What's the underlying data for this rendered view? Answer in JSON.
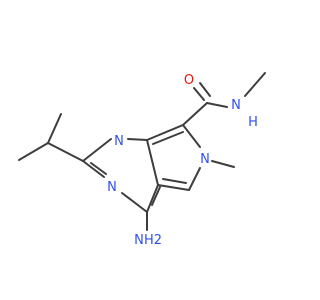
{
  "molecule": {
    "atoms": [
      {
        "id": "o1",
        "symbol": "O",
        "color": "#e8170d"
      },
      {
        "id": "n_amide",
        "symbol": "N",
        "color": "#2f50f8"
      },
      {
        "id": "h_amide",
        "symbol": "H",
        "color": "#2f50f8"
      },
      {
        "id": "n_ring1",
        "symbol": "N",
        "color": "#2f50f8"
      },
      {
        "id": "n_ring5",
        "symbol": "N",
        "color": "#2f50f8"
      },
      {
        "id": "n_ring3",
        "symbol": "N",
        "color": "#2f50f8"
      },
      {
        "id": "n_amino",
        "symbol": "N",
        "color": "#2f50f8"
      },
      {
        "id": "h2_amino",
        "symbol": "H2",
        "color": "#2f50f8"
      }
    ],
    "bond_color": "#3d3d3d"
  }
}
